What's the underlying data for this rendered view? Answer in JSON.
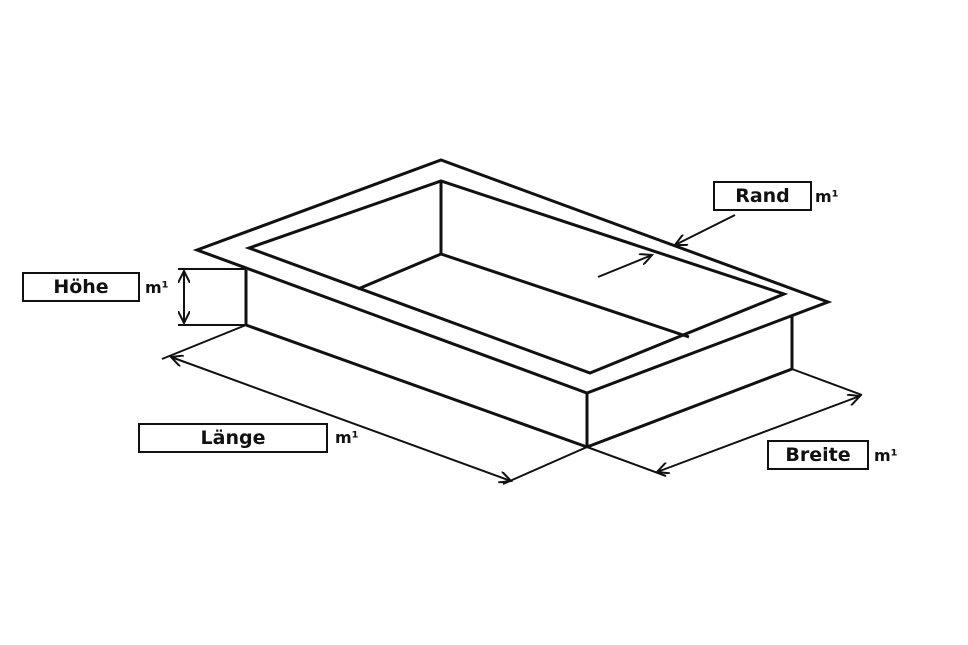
{
  "labels": {
    "hoehe": "Höhe",
    "laenge": "Länge",
    "breite": "Breite",
    "rand": "Rand"
  },
  "unit": "m¹",
  "colors": {
    "stroke": "#111111",
    "background": "#ffffff"
  }
}
